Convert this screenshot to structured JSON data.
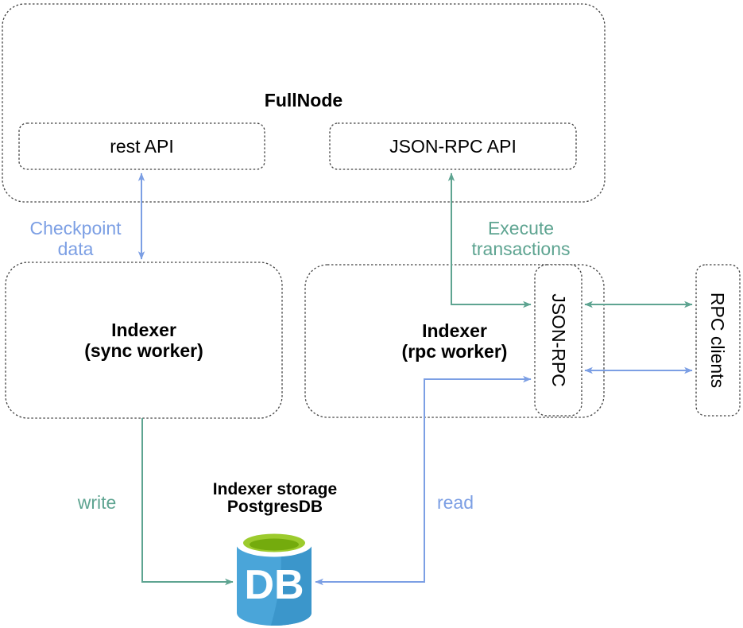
{
  "diagram": {
    "fullnode": {
      "title": "FullNode",
      "rest_api_label": "rest API",
      "jsonrpc_api_label": "JSON-RPC API"
    },
    "indexer_sync": {
      "title": "Indexer",
      "subtitle": "(sync worker)"
    },
    "indexer_rpc": {
      "title": "Indexer",
      "subtitle": "(rpc worker)",
      "jsonrpc_label": "JSON-RPC"
    },
    "rpc_clients": {
      "label": "RPC clients"
    },
    "storage": {
      "title": "Indexer storage",
      "subtitle": "PostgresDB",
      "db_icon_label": "DB"
    },
    "edges": {
      "checkpoint": {
        "label_line1": "Checkpoint",
        "label_line2": "data"
      },
      "execute": {
        "label_line1": "Execute",
        "label_line2": "transactions"
      },
      "write": {
        "label": "write"
      },
      "read": {
        "label": "read"
      }
    },
    "colors": {
      "arrow_blue": "#7C9FE4",
      "arrow_green": "#5EA491",
      "box_border": "#404040",
      "db_body_blue": "#4AA5D9",
      "db_body_blue_dark": "#3B96CB",
      "db_top_rim": "#FFFFFF",
      "db_top_green": "#9CCB2D",
      "db_top_green_dark": "#74AB0D"
    }
  }
}
